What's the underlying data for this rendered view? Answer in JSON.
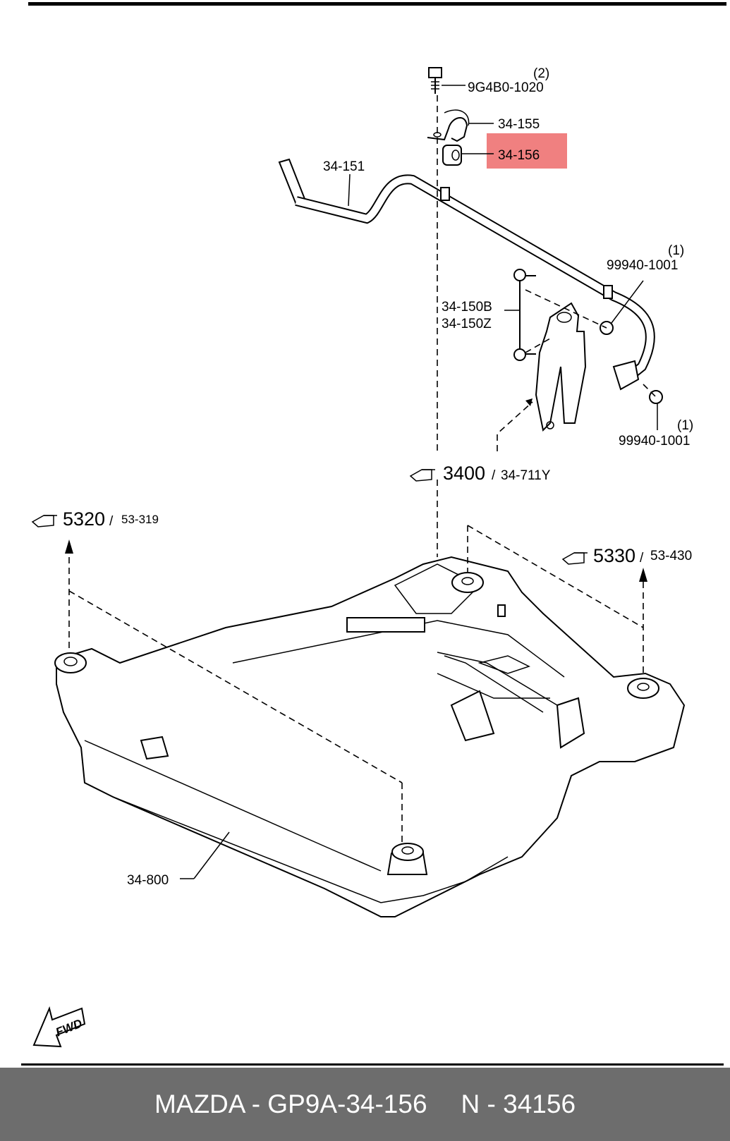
{
  "labels": {
    "bolt": "9G4B0-1020",
    "bolt_qty": "(2)",
    "bracket": "34-155",
    "bushing": "34-156",
    "stabilizer_bar": "34-151",
    "link_b": "34-150B",
    "link_z": "34-150Z",
    "nut_upper": "99940-1001",
    "nut_upper_qty": "(1)",
    "nut_lower": "99940-1001",
    "nut_lower_qty": "(1)",
    "crossmember": "34-800"
  },
  "references": {
    "knuckle": {
      "main": "3400",
      "sub": "34-711Y"
    },
    "left": {
      "main": "5320",
      "sub": "53-319"
    },
    "right": {
      "main": "5330",
      "sub": "53-430"
    }
  },
  "fwd_label": "FWD",
  "highlight_color": "#f08080",
  "footer": {
    "part": "MAZDA - GP9A-34-156",
    "number": "N - 34156"
  }
}
